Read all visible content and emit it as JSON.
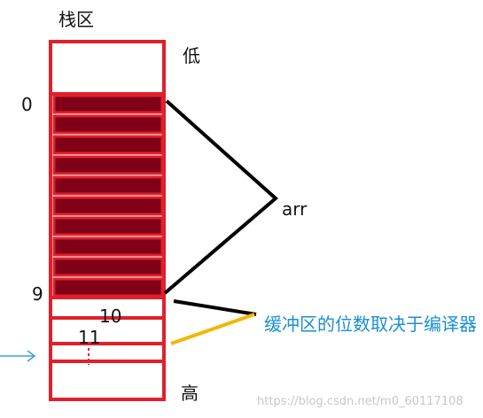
{
  "title": "栈区",
  "low_label": "低",
  "high_label": "高",
  "index_labels": {
    "first": "0",
    "last": "9",
    "buffer_1": "10",
    "buffer_2": "11"
  },
  "array_label": "arr",
  "note_text": "缓冲区的位数取决于编译器",
  "watermark": "https://blog.csdn.net/m0_60117108",
  "array_cell_count": 10,
  "colors": {
    "frame": "#e0202a",
    "array_fill": "#800018",
    "bracket": "#000000",
    "note_line": "#f2b705",
    "note_text": "#1a8fd6",
    "arrow": "#3aa0dc"
  }
}
